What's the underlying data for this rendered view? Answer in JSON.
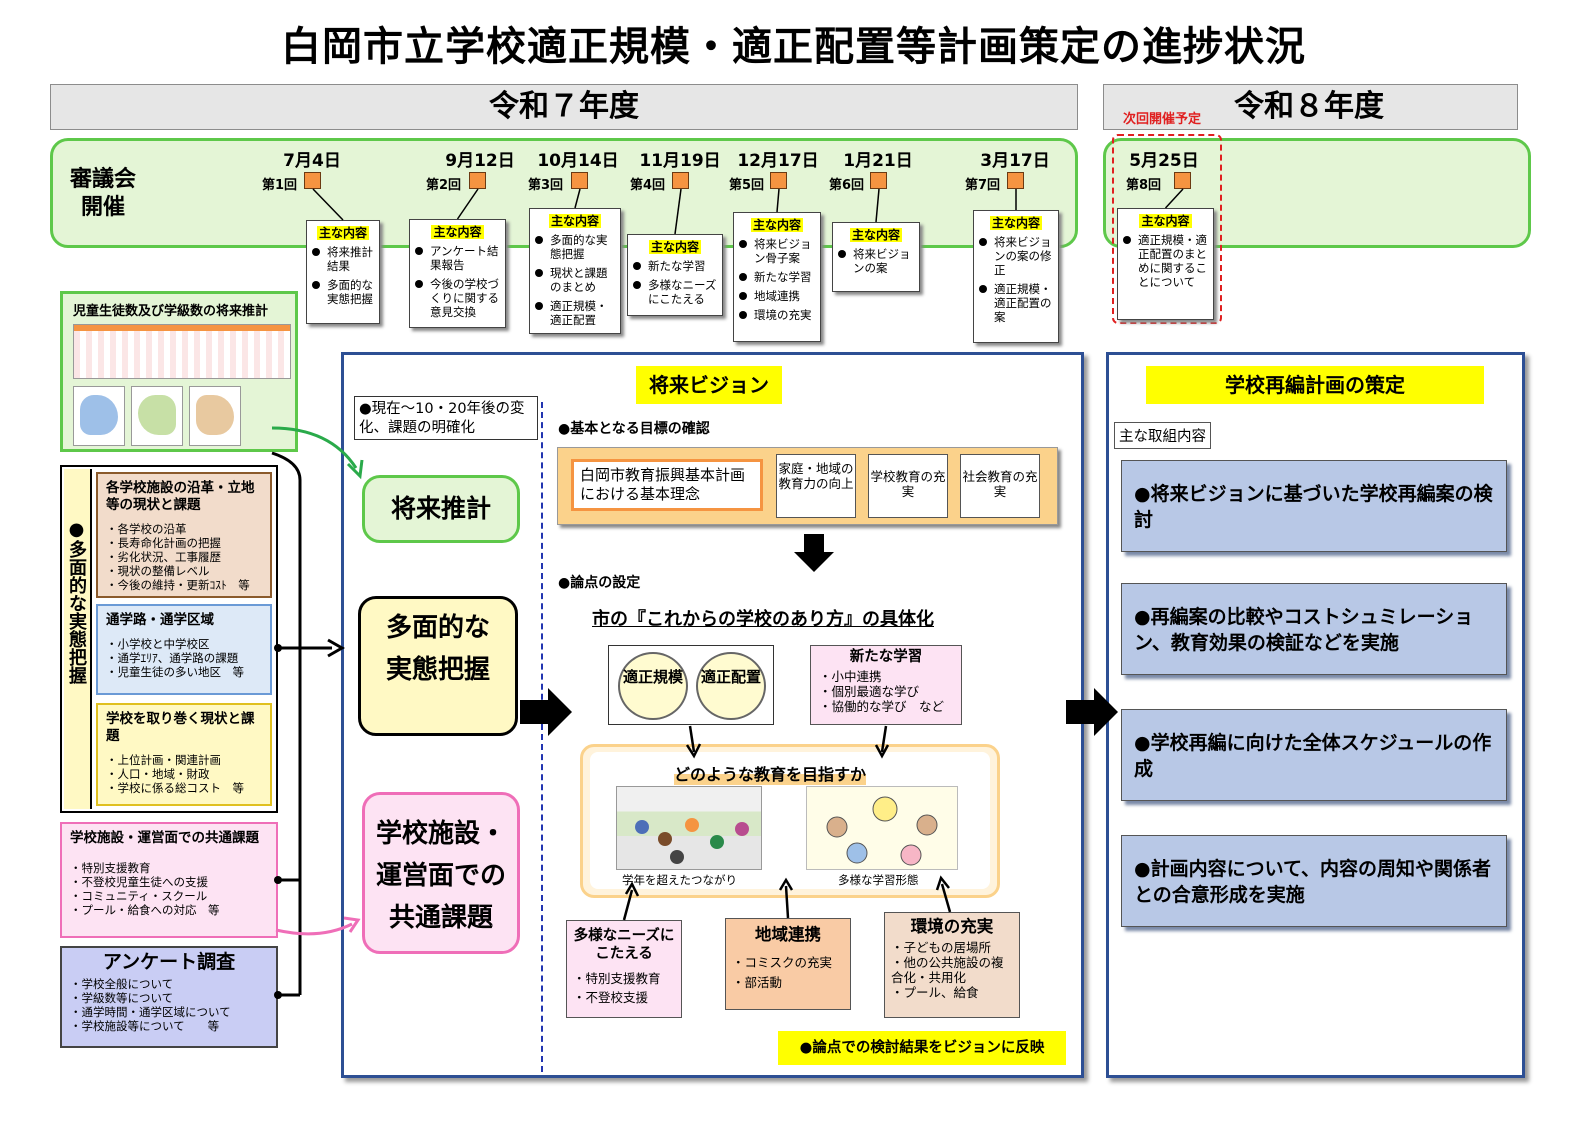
{
  "title": "白岡市立学校適正規模・適正配置等計画策定の進捗状況",
  "years": {
    "r7": "令和７年度",
    "r8": "令和８年度",
    "next_label": "次回開催予定"
  },
  "council_label": [
    "審議会",
    "開催"
  ],
  "sessions": [
    {
      "date": "7月4日",
      "no": "第1回"
    },
    {
      "date": "9月12日",
      "no": "第2回"
    },
    {
      "date": "10月14日",
      "no": "第3回"
    },
    {
      "date": "11月19日",
      "no": "第4回"
    },
    {
      "date": "12月17日",
      "no": "第5回"
    },
    {
      "date": "1月21日",
      "no": "第6回"
    },
    {
      "date": "3月17日",
      "no": "第7回"
    },
    {
      "date": "5月25日",
      "no": "第8回"
    }
  ],
  "main_heading": "主な内容",
  "contents": [
    [
      "将来推計結果",
      "多面的な実態把握"
    ],
    [
      "アンケート結果報告",
      "今後の学校づくりに関する意見交換"
    ],
    [
      "多面的な実態把握",
      "現状と課題のまとめ",
      "適正規模・適正配置"
    ],
    [
      "新たな学習",
      "多様なニーズにこたえる"
    ],
    [
      "将来ビジョン骨子案",
      "新たな学習",
      "地域連携",
      "環境の充実"
    ],
    [
      "将来ビジョンの案"
    ],
    [
      "将来ビジョンの案の修正",
      "適正規模・適正配置の案"
    ],
    [
      "適正規模・適正配置のまとめに関することについて"
    ]
  ],
  "left": {
    "forecast_title": "児童生徒数及び学級数の将来推計",
    "vertical_title": "●多面的な実態把握",
    "box1": {
      "title": "各学校施設の沿革・立地等の現状と課題",
      "items": [
        "各学校の沿革",
        "長寿命化計画の把握",
        "劣化状況、工事履歴",
        "現状の整備レベル",
        "今後の維持・更新ｺｽﾄ　等"
      ]
    },
    "box2": {
      "title": "通学路・通学区域",
      "items": [
        "小学校と中学校区",
        "通学ｴﾘｱ、通学路の課題",
        "児童生徒の多い地区　等"
      ]
    },
    "box3": {
      "title": "学校を取り巻く現状と課題",
      "items": [
        "上位計画・関連計画",
        "人口・地域・財政",
        "学校に係る総コスト　等"
      ]
    },
    "box4": {
      "title": "学校施設・運営面での共通課題",
      "items": [
        "特別支援教育",
        "不登校児童生徒への支援",
        "コミュニティ・スクール",
        "プール・給食への対応　等"
      ]
    },
    "box5": {
      "title": "アンケート調査",
      "items": [
        "学校全般について",
        "学級数等について",
        "通学時間・通学区域について",
        "学校施設等について　　等"
      ]
    }
  },
  "center": {
    "vision_title": "将来ビジョン",
    "change_note": "●現在～10・20年後の変化、課題の明確化",
    "stage1": "将来推計",
    "stage2": "多面的な実態把握",
    "stage3": "学校施設・運営面での共通課題",
    "basic_goal": "●基本となる目標の確認",
    "basic_plan": "白岡市教育振興基本計画における基本理念",
    "goals": [
      "家庭・地域の教育力の向上",
      "学校教育の充実",
      "社会教育の充実"
    ],
    "issues_label": "●論点の設定",
    "concrete": "市の『これからの学校のあり方』の具体化",
    "circle1": "適正規模",
    "circle2": "適正配置",
    "new_learning": {
      "title": "新たな学習",
      "items": [
        "小中連携",
        "個別最適な学び",
        "協働的な学び　など"
      ]
    },
    "aim": "どのような教育を目指すか",
    "photo1": "学年を超えたつながり",
    "photo2": "多様な学習形態",
    "needs": {
      "title": "多様なニーズにこたえる",
      "items": [
        "特別支援教育",
        "不登校支援"
      ]
    },
    "region": {
      "title": "地域連携",
      "items": [
        "コミスクの充実",
        "部活動"
      ]
    },
    "env": {
      "title": "環境の充実",
      "items": [
        "子どもの居場所",
        "他の公共施設の複合化・共用化",
        "プール、給食"
      ]
    },
    "reflect": "●論点での検討結果をビジョンに反映"
  },
  "right": {
    "title": "学校再編計画の策定",
    "tag": "主な取組内容",
    "items": [
      "●将来ビジョンに基づいた学校再編案の検討",
      "●再編案の比較やコストシュミレーション、教育効果の検証などを実施",
      "●学校再編に向けた全体スケジュールの作成",
      "●計画内容について、内容の周知や関係者との合意形成を実施"
    ]
  },
  "colors": {
    "green_border": "#5ec84a",
    "green_fill": "#e4f5d6",
    "orange": "#f59441",
    "navy": "#2d4f94",
    "blue_box": "#b8c8e6",
    "yellow": "#ffff00",
    "pink": "#ef6eb8",
    "red_dash": "#e02020"
  }
}
